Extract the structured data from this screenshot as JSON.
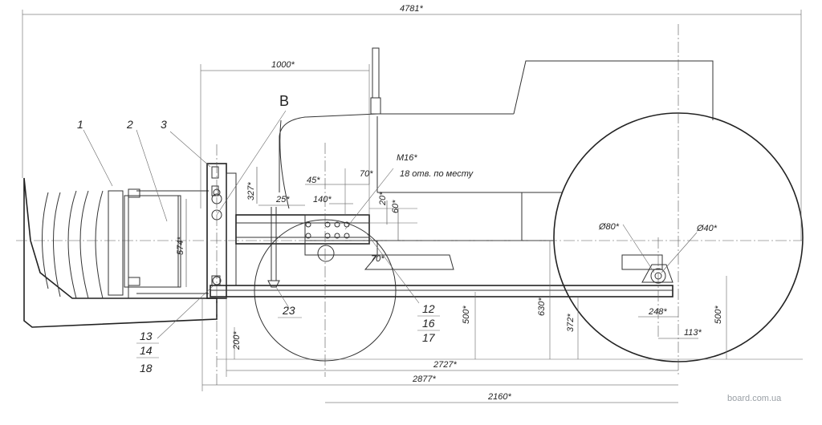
{
  "dimensions": {
    "overall": "4781*",
    "d1000": "1000*",
    "d327": "327*",
    "d574": "574*",
    "d25": "25*",
    "d140": "140*",
    "d45": "45*",
    "d70a": "70*",
    "d20": "20*",
    "d60": "60*",
    "d70b": "70*",
    "d200": "200*",
    "d500a": "500*",
    "d630": "630*",
    "d372": "372*",
    "d248": "248*",
    "d113": "113*",
    "d500b": "500*",
    "d2727": "2727*",
    "d2877": "2877*",
    "d2160": "2160*",
    "phi80": "Ø80*",
    "phi40": "Ø40*"
  },
  "callouts": {
    "c1": "1",
    "c2": "2",
    "c3": "3",
    "b": "B",
    "m16": "M16*",
    "holes_note": "18 отв. по месту",
    "c12": "12",
    "c16": "16",
    "c17": "17",
    "c23": "23",
    "c13": "13",
    "c14": "14",
    "c18": "18"
  },
  "watermark": "board.com.ua"
}
